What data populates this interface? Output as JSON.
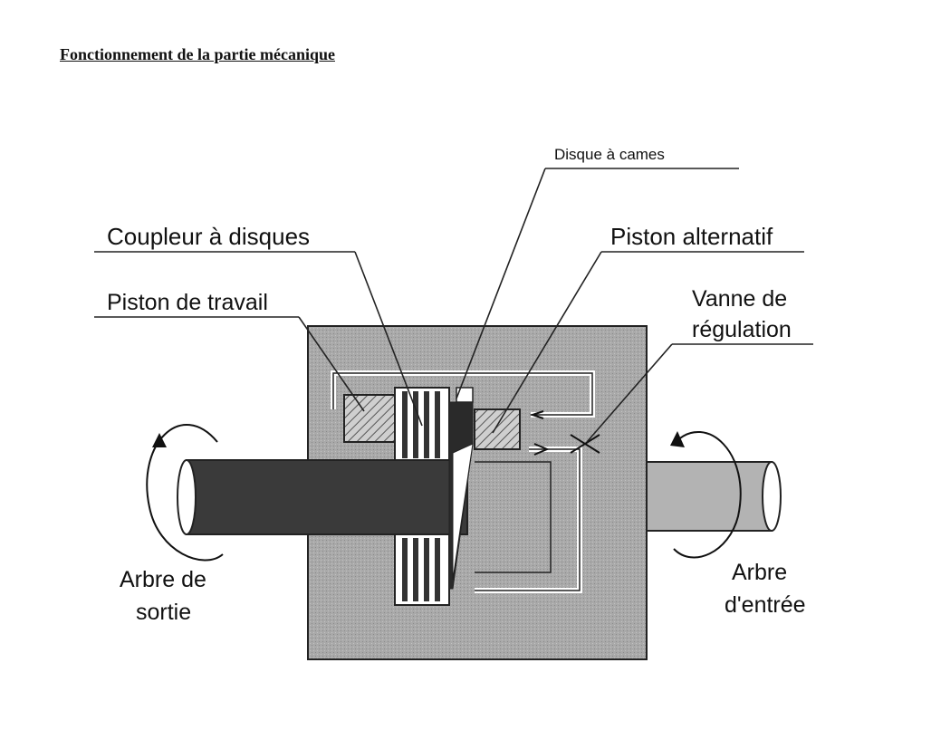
{
  "heading": "Fonctionnement de la partie mécanique",
  "labels": {
    "disque_cames": "Disque à cames",
    "coupleur_disques": "Coupleur à disques",
    "piston_alternatif": "Piston alternatif",
    "piston_travail": "Piston de travail",
    "vanne_line1": "Vanne de",
    "vanne_line2": "régulation",
    "arbre_sortie_line1": "Arbre de",
    "arbre_sortie_line2": "sortie",
    "arbre_entree_line1": "Arbre",
    "arbre_entree_line2": "d'entrée"
  }
}
